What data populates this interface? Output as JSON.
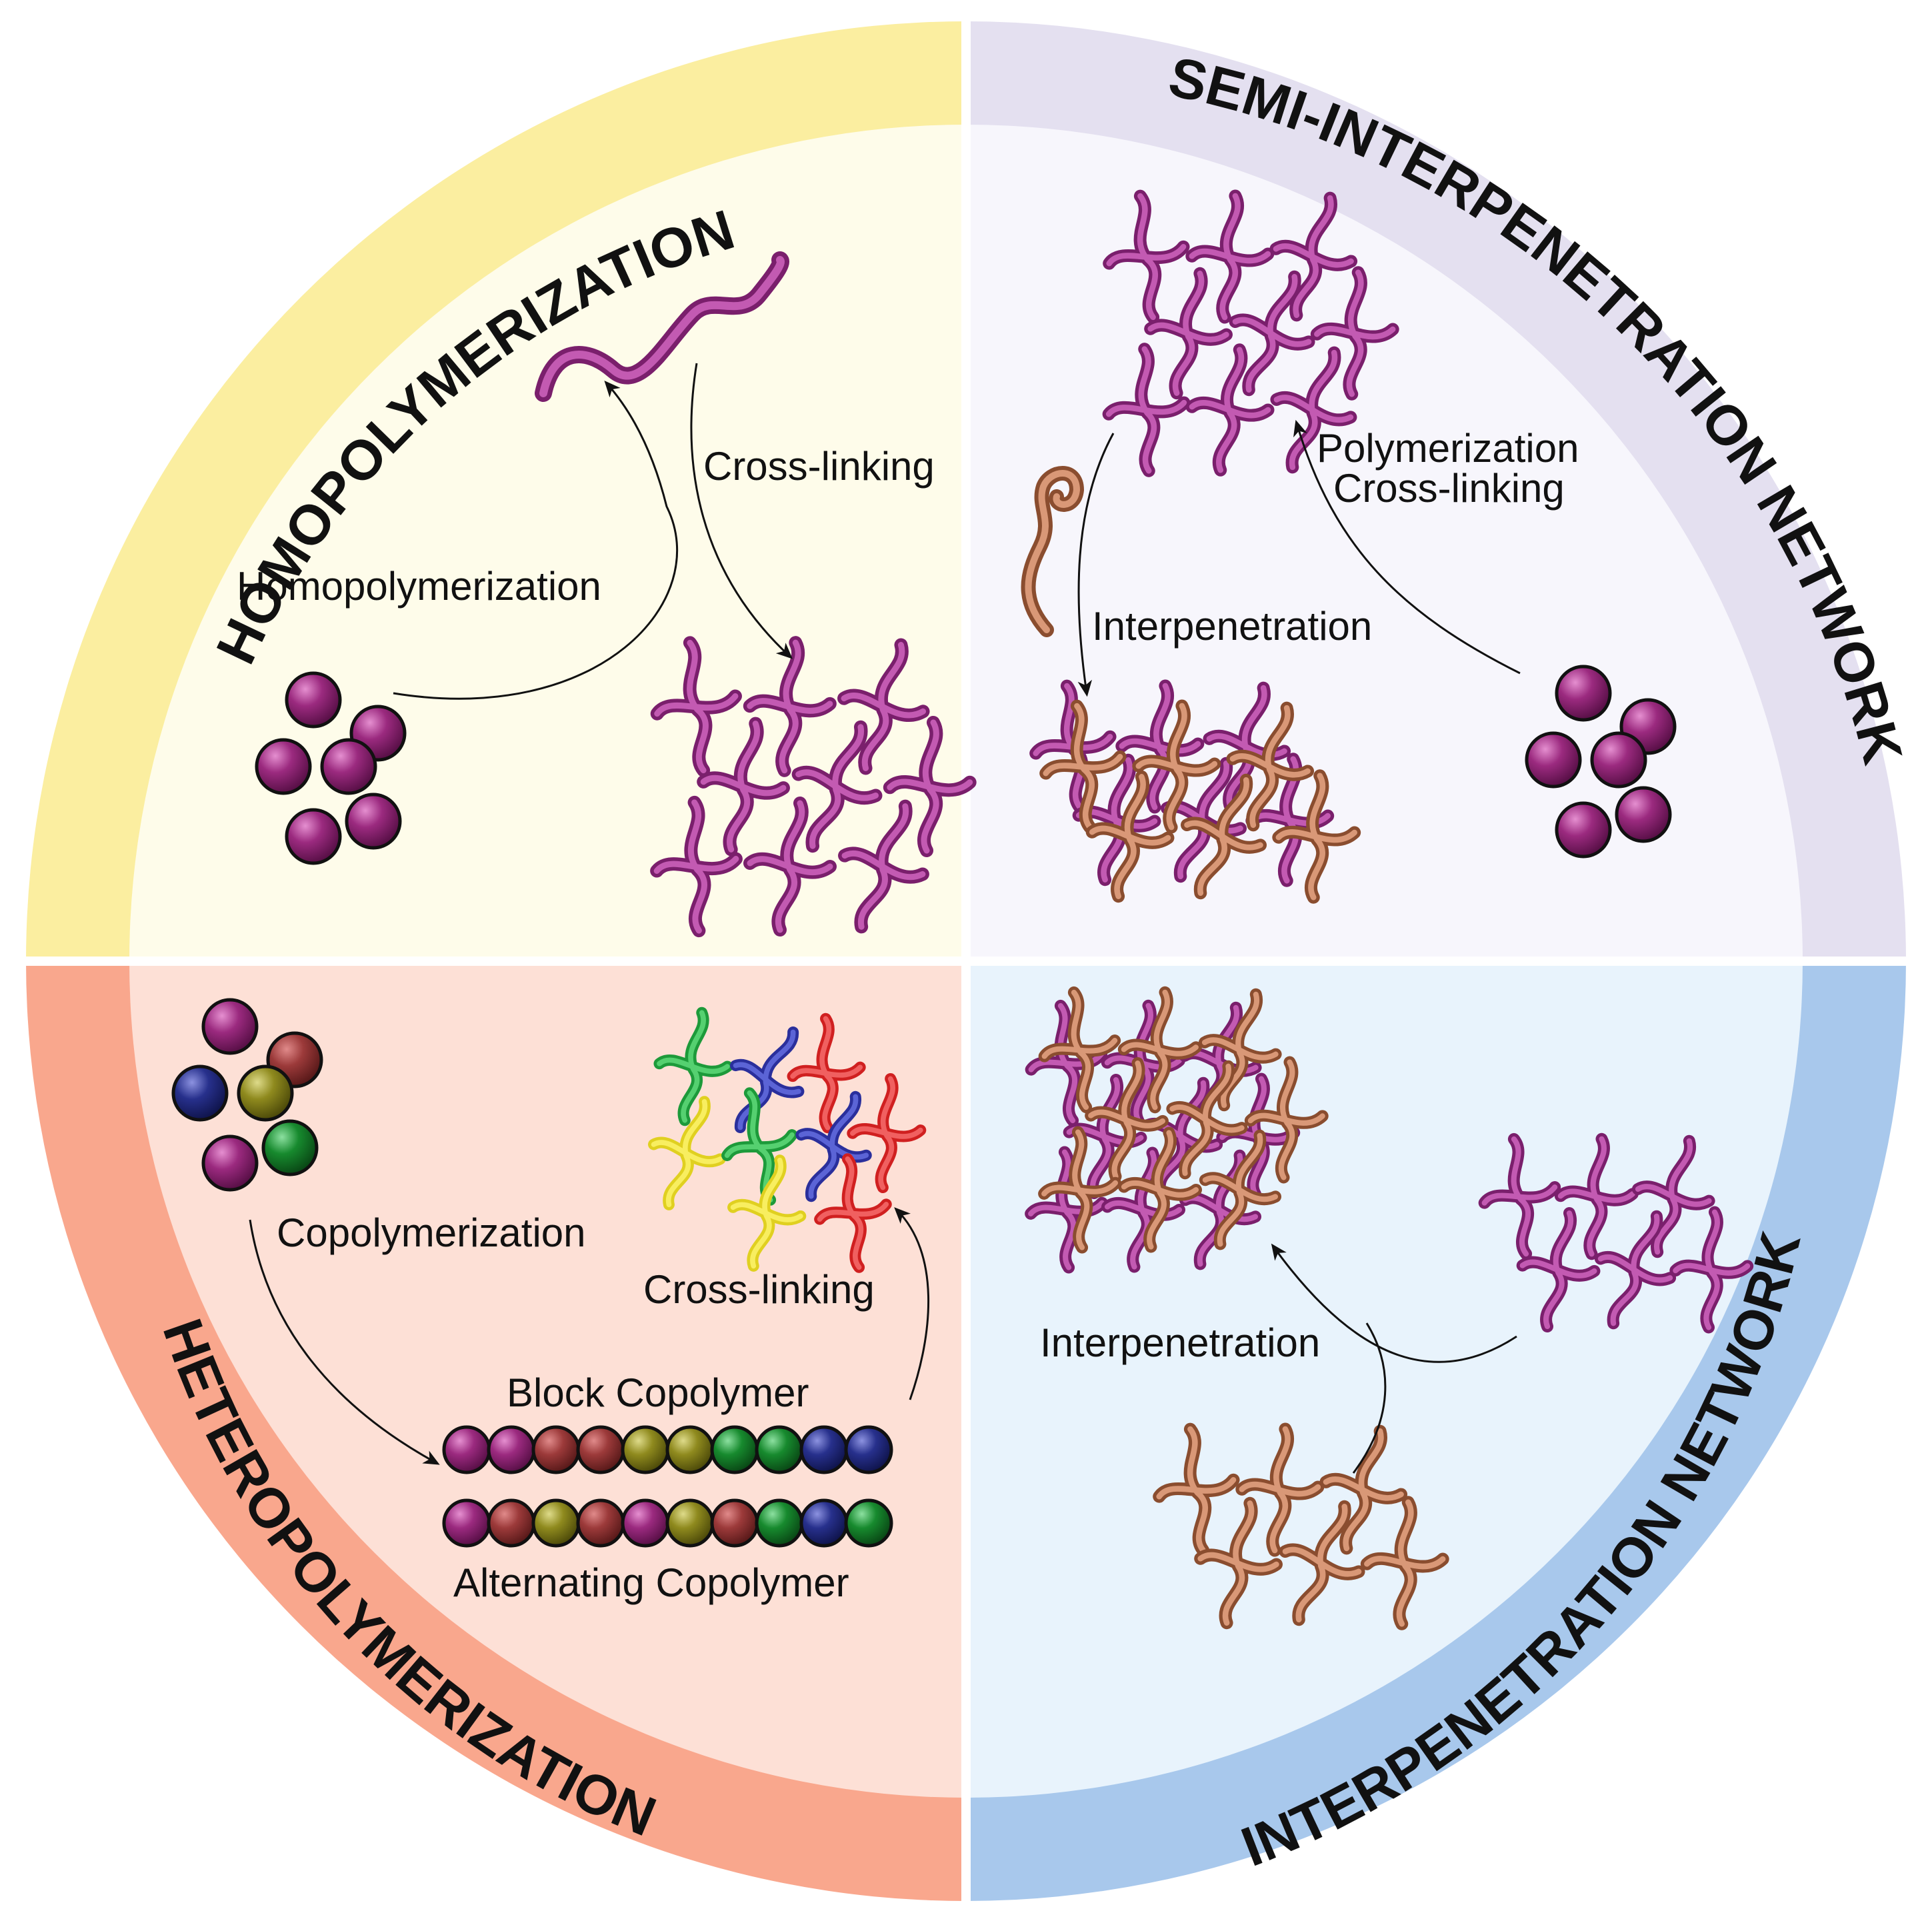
{
  "quadrants": {
    "homopolymerization": {
      "title": "HOMOPOLYMERIZATION",
      "labels": {
        "homopolymerization": "Homopolymerization",
        "cross_linking": "Cross-linking"
      },
      "colors": {
        "ring": "#fbeea0",
        "fill": "#fefcea"
      }
    },
    "semi_ipn": {
      "title": "SEMI-INTERPENETRATION NETWORK",
      "labels": {
        "polymerization": "Polymerization",
        "cross_linking": "Cross-linking",
        "interpenetration": "Interpenetration"
      },
      "colors": {
        "ring": "#e4e0f0",
        "fill": "#f7f6fc"
      }
    },
    "heteropolymerization": {
      "title": "HETEROPOLYMERIZATION",
      "labels": {
        "copolymerization": "Copolymerization",
        "cross_linking": "Cross-linking",
        "block_copolymer": "Block Copolymer",
        "alternating_copolymer": "Alternating Copolymer"
      },
      "colors": {
        "ring": "#f9a78d",
        "fill": "#fde0d6"
      }
    },
    "ipn": {
      "title": "INTERPENETRATION NETWORK",
      "labels": {
        "interpenetration": "Interpenetration"
      },
      "colors": {
        "ring": "#a8c8ec",
        "fill": "#e8f3fc"
      }
    }
  },
  "colors": {
    "monomer_magenta": "#9b2a7f",
    "monomer_red": "#9c3a3a",
    "monomer_olive": "#8f8a1e",
    "monomer_green": "#178a2e",
    "monomer_blue": "#27308c",
    "chain_pink": "#bf4fb0",
    "chain_brown": "#b5704a",
    "arrow": "#111111",
    "divider": "#ffffff"
  },
  "icons": [
    "monomer-icon",
    "polymer-chain-icon",
    "crosslinked-network-icon",
    "arrow-icon"
  ]
}
